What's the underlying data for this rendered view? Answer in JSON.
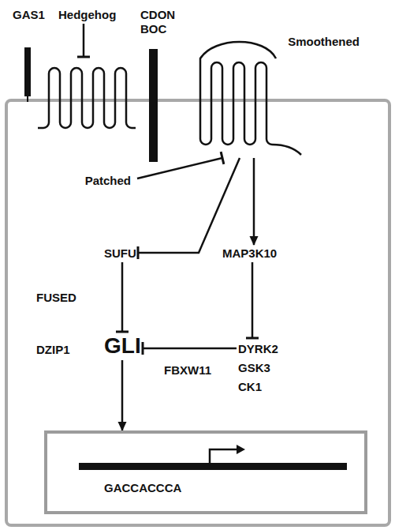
{
  "diagram": {
    "nodes": [
      {
        "text": [
          "GAS1"
        ]
      },
      {
        "text": [
          "Hedgehog"
        ]
      },
      {
        "text": [
          "CDON BOC"
        ]
      },
      {
        "text": [
          "Smoothened"
        ]
      },
      {
        "text": [
          "Patched"
        ]
      },
      {
        "text": [
          "SUFU"
        ]
      },
      {
        "text": [
          "MAP3K10"
        ]
      },
      {
        "text": [
          "FUSED"
        ]
      },
      {
        "text": [
          "DZIP1"
        ]
      },
      {
        "text": [
          "GLI"
        ]
      },
      {
        "text": [
          "DYRK2 GSK3 CK1"
        ]
      },
      {
        "text": [
          "FBXW11"
        ]
      },
      {
        "text": [
          "GACCACCCA"
        ]
      }
    ],
    "edges": [
      {
        "from": 1,
        "to": 4,
        "arrow": "to"
      },
      {
        "from": 4,
        "to": 3,
        "arrow": "to"
      },
      {
        "from": 3,
        "to": 6,
        "arrow": "to"
      },
      {
        "from": 3,
        "to": 5,
        "arrow": "to"
      },
      {
        "from": 5,
        "to": 9,
        "arrow": "to"
      },
      {
        "from": 6,
        "to": 10,
        "arrow": "to"
      },
      {
        "from": 10,
        "to": 9,
        "arrow": "to"
      },
      {
        "from": 9,
        "to": 12,
        "arrow": "to"
      }
    ]
  }
}
